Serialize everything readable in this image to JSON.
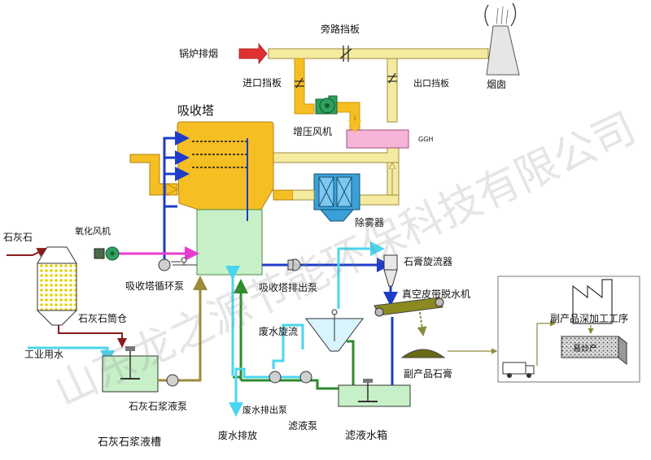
{
  "labels": {
    "boiler_flue_gas": "锅炉排烟",
    "bypass_damper": "旁路挡板",
    "inlet_damper": "进口挡板",
    "outlet_damper": "出口挡板",
    "chimney": "烟囱",
    "booster_fan": "增压风机",
    "ggh": "GGH",
    "absorber": "吸收塔",
    "demister": "除雾器",
    "limestone": "石灰石",
    "oxidation_fan": "氧化风机",
    "absorber_circulation_pump": "吸收塔循环泵",
    "absorber_discharge_pump": "吸收塔排出泵",
    "gypsum_cyclone": "石膏旋流器",
    "vacuum_belt_dewaterer": "真空皮带脱水机",
    "limestone_silo": "石灰石筒仓",
    "industrial_water": "工业用水",
    "wastewater_cyclone": "废水旋流",
    "limestone_slurry_pump": "石灰石浆液泵",
    "wastewater_discharge_pump": "废水排出泵",
    "filtrate_pump": "滤液泵",
    "byproduct_gypsum": "副产品石膏",
    "byproduct_processing": "副产品深加工工序",
    "limestone_slurry_tank": "石灰石浆液槽",
    "wastewater_discharge": "废水排放",
    "filtrate_tank": "滤液水箱",
    "product_box_text": "易炒产"
  },
  "watermark": "山东龙之源节能环保科技有限公司",
  "colors": {
    "flue_gas": "#f5eba0",
    "absorber_top": "#f5be23",
    "absorber_bottom": "#c8f0c8",
    "spray_blue": "#1e3cc8",
    "slurry_brown": "#9b8c3c",
    "filtrate_green": "#2e8b2e",
    "water_cyan": "#4ad6f0",
    "air_magenta": "#e83cd0",
    "limestone_line": "#8b1a1a",
    "ggh_pink": "#f5b4d8",
    "booster_green": "#2ea060",
    "inlet_arrow_red": "#e03030"
  }
}
